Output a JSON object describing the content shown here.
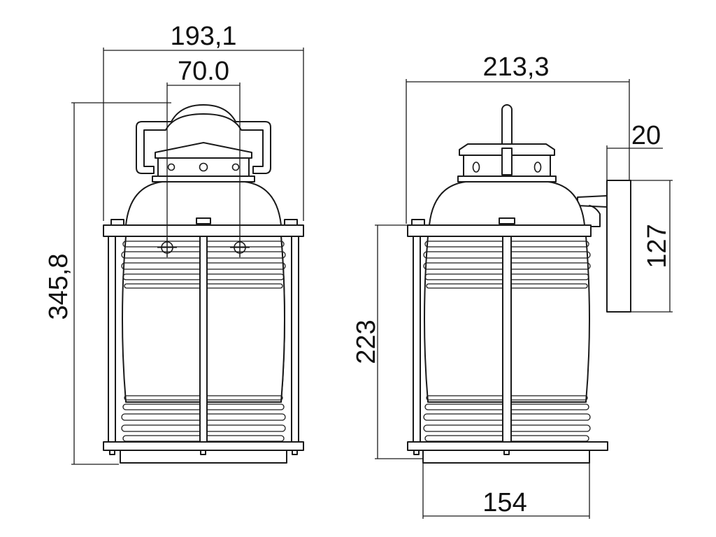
{
  "dimensions": {
    "front_width": "193,1",
    "mount_spacing": "70.0",
    "front_height": "345,8",
    "side_width": "213,3",
    "bracket_depth": "20",
    "backplate_height": "127",
    "body_height": "223",
    "base_width": "154"
  }
}
